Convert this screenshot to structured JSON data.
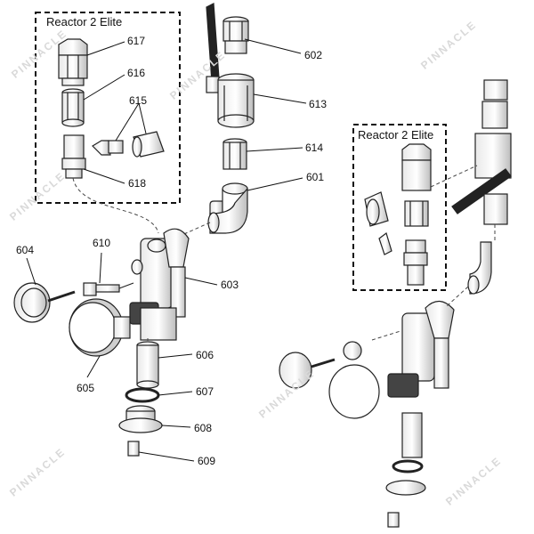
{
  "box_left": {
    "title": "Reactor 2 Elite"
  },
  "box_right": {
    "title": "Reactor 2 Elite"
  },
  "parts": {
    "p617": "617",
    "p616": "616",
    "p615": "615",
    "p618": "618",
    "p602": "602",
    "p613": "613",
    "p614": "614",
    "p601": "601",
    "p604": "604",
    "p610": "610",
    "p603": "603",
    "p606": "606",
    "p605": "605",
    "p607": "607",
    "p608": "608",
    "p609": "609"
  },
  "watermark": "PINNACLE"
}
